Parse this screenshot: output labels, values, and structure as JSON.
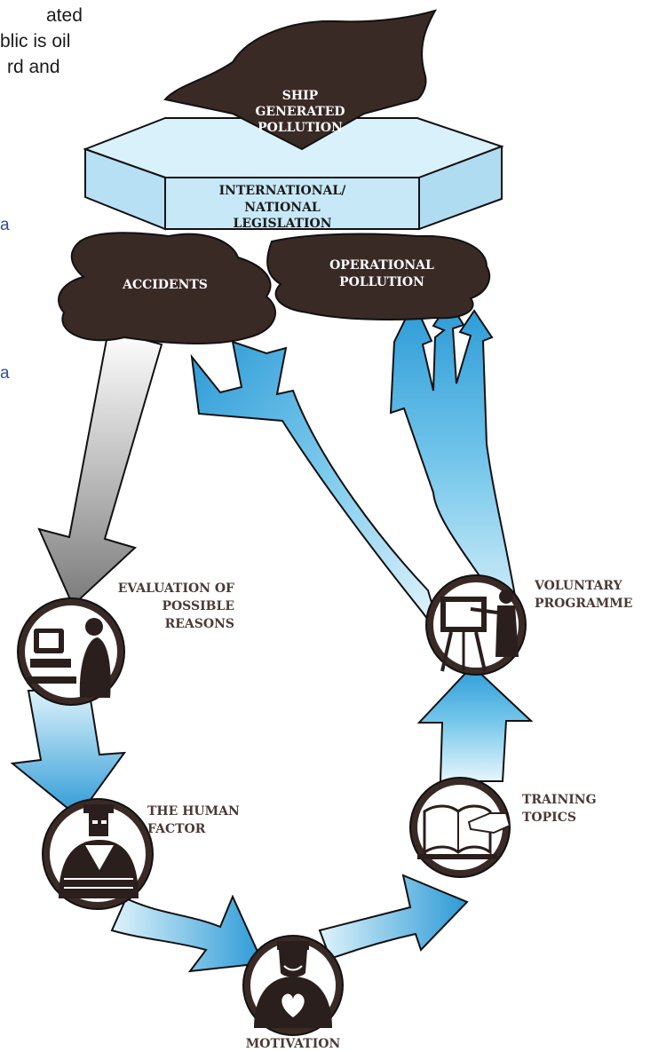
{
  "intro_text": {
    "lines": [
      "ated",
      "blic is oil",
      "rd and"
    ]
  },
  "side_fragments": [
    "a",
    "a"
  ],
  "diagram": {
    "top": {
      "ship_label": [
        "SHIP",
        "GENERATED",
        "POLLUTION"
      ],
      "legislation_label": [
        "INTERNATIONAL/",
        "NATIONAL",
        "LEGISLATION"
      ],
      "accidents_label": "ACCIDENTS",
      "operational_label": [
        "OPERATIONAL",
        "POLLUTION"
      ]
    },
    "stages": {
      "evaluation": [
        "EVALUATION OF",
        "POSSIBLE",
        "REASONS"
      ],
      "human_factor": [
        "THE HUMAN",
        "FACTOR"
      ],
      "motivation": "MOTIVATION",
      "training": [
        "TRAINING",
        "TOPICS"
      ],
      "voluntary": [
        "VOLUNTARY",
        "PROGRAMME"
      ]
    },
    "icons": {
      "evaluation": "computer-user-icon",
      "human_factor": "seaman-icon",
      "motivation": "heart-person-icon",
      "training": "book-hand-icon",
      "voluntary": "teacher-board-icon"
    },
    "colors": {
      "oil": "#3a2a26",
      "blue_arrow": "#3aa6dc",
      "blue_light": "#cdeefa",
      "gray_arrow": "#8e8e8e",
      "platform_top": "#cfeaf8",
      "platform_side": "#a9d8f0"
    }
  }
}
